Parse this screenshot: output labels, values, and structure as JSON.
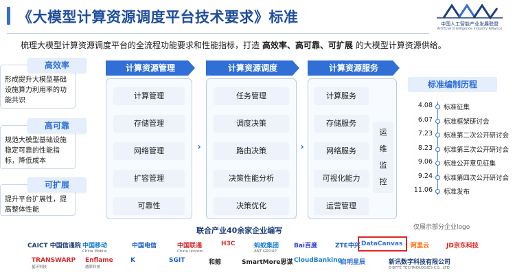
{
  "header": {
    "title": "《大模型计算资源调度平台技术要求》标准",
    "logo_cn": "中国人工智能产业发展联盟",
    "logo_en": "Artificial Intelligence Industry Alliance"
  },
  "subtitle": {
    "prefix": "梳理大模型计算资源调度平台的全流程功能要求和性能指标，打造",
    "bold": "高效率、高可靠、可扩展",
    "suffix": "的大模型计算资源供给。"
  },
  "features": [
    {
      "tag": "高效率",
      "desc": "形成提升大模型基础设施算力利用率的功能共识"
    },
    {
      "tag": "高可靠",
      "desc": "规范大模型基础设施稳定可靠的性能指标，降低成本"
    },
    {
      "tag": "可扩展",
      "desc": "提升平台扩展性，提高整体性能"
    }
  ],
  "columns": [
    {
      "title": "计算资源管理",
      "items": [
        "计算管理",
        "存储管理",
        "网络管理",
        "扩容管理",
        "可靠性"
      ]
    },
    {
      "title": "计算资源调度",
      "items": [
        "任务管理",
        "调度决策",
        "路由决策",
        "决策性能分析",
        "决策优化"
      ]
    },
    {
      "title": "计算资源服务",
      "items": [
        "计算服务",
        "存储服务",
        "网络服务",
        "可视化能力",
        "运营管理"
      ],
      "ops": [
        "运",
        "维",
        "监",
        "控"
      ]
    }
  ],
  "timeline": {
    "title": "标准编制历程",
    "events": [
      {
        "date": "4.08",
        "label": "标准征集"
      },
      {
        "date": "6.07",
        "label": "标准框架研讨会"
      },
      {
        "date": "7.23",
        "label": "标准第二次公开研讨会"
      },
      {
        "date": "8.23",
        "label": "标准第三次公开研讨会"
      },
      {
        "date": "9.06",
        "label": "标准公开意见征集"
      },
      {
        "date": "9.24",
        "label": "标准第四次公开研讨会"
      },
      {
        "date": "11.06",
        "label": "标准发布"
      }
    ]
  },
  "footer": {
    "title": "联合产业40余家企业编写",
    "note": "仅展示部分企业logo",
    "logos_row1": [
      {
        "text": "CAICT 中国信通院",
        "color": "#1f3f7a"
      },
      {
        "text": "中国移动",
        "sub": "China Mobile",
        "color": "#1a7fd6"
      },
      {
        "text": "中国电信",
        "color": "#1a5fc2"
      },
      {
        "text": "中国联通",
        "sub": "China unicom",
        "color": "#d62c2c"
      },
      {
        "text": "H3C",
        "color": "#d62c2c"
      },
      {
        "text": "蚂蚁集团",
        "sub": "ANT GROUP",
        "color": "#1a7fd6"
      },
      {
        "text": "Bai百度",
        "color": "#2f3ccf"
      },
      {
        "text": "ZTE中兴",
        "color": "#1a5fc2"
      },
      {
        "text": "DataCanvas",
        "color": "#2f6fd6"
      },
      {
        "text": "阿里云",
        "color": "#ff6a00"
      },
      {
        "text": "JD京东科技",
        "color": "#e02424"
      }
    ],
    "logos_row2": [
      {
        "text": "TRANSWARP",
        "sub": "星环科技",
        "color": "#d62c2c"
      },
      {
        "text": "Enflame",
        "sub": "燧原科技",
        "color": "#d62c2c"
      },
      {
        "text": "K",
        "color": "#1a5fc2"
      },
      {
        "text": "SGIT",
        "color": "#1a5fc2"
      },
      {
        "text": "和鲸",
        "color": "#333333"
      },
      {
        "text": "SmartMore思谋",
        "color": "#222222"
      },
      {
        "text": "CloudBanking",
        "color": "#1a7fd6"
      },
      {
        "text": "启明星辰",
        "color": "#2f6fd6"
      },
      {
        "text": "新讯数字科技有限公司",
        "sub": "E-BYTE TECHNOLOGIES CO., LTD",
        "color": "#1f3f7a"
      }
    ]
  },
  "colors": {
    "accent": "#2f6fd6",
    "title": "#1f4e9c",
    "highlight_box": "#e02424"
  }
}
